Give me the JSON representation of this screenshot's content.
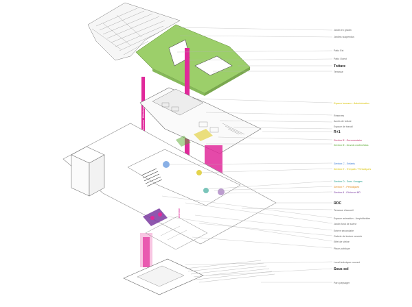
{
  "colors": {
    "roof_green": "#9ccf6a",
    "magenta": "#e0299a",
    "pink_soft": "#f28bc6",
    "line_gray": "#9a9a9a",
    "section_yellow": "#d9c200",
    "section_green": "#5aa830",
    "section_blue": "#3a7bd5",
    "section_red": "#c0306a",
    "section_orange": "#e08a1a",
    "section_teal": "#219e8c",
    "section_purple": "#7a3aa0"
  },
  "labels": {
    "jardin_grada": "Jardin en gradin",
    "jardin_suspendu": "Jardins suspendus",
    "patio_est": "Patio Est",
    "patio_ouest": "Patio Ouest",
    "toiture": "Toiture",
    "terrasse": "Terrasse",
    "espace_bureaux": "Espace bureaux - Administration",
    "reserves": "Réserves",
    "acces_toiture": "Accès de toiture",
    "espace_travail": "Espace de travail",
    "r1": "R+1",
    "section_documentaire": "Section B - Documentaire",
    "section_multimedia": "Section B - Grands multimédias",
    "section_enfants": "Section C - Enfants",
    "section_tremplin": "Section E - Tremplin / Périodiques",
    "section_sons_images": "Section D - Sons / Images",
    "section_periodiques": "Section F - Périodiques",
    "section_fiction_bd": "Section A - Fiction et BD",
    "rdc": "RDC",
    "terrasse_accueil": "Terrasse d'accueil",
    "espace_animation": "Espace animation - Amphithéâtre",
    "jardin_fond_scene": "Jardin fond de scène",
    "entree_secondaire": "Entrée secondaire",
    "galerie_lecture": "Galerie de lecture ouverte",
    "effet_vitrine": "Effet de vitrine",
    "place_publique": "Place publique",
    "local_technique": "Local technique couvert",
    "sous_sol": "Sous sol",
    "parc_paysager": "Parc paysager",
    "vertical_left": "Ascenseur - Bibliothèque",
    "vertical_pink": "Animation"
  }
}
